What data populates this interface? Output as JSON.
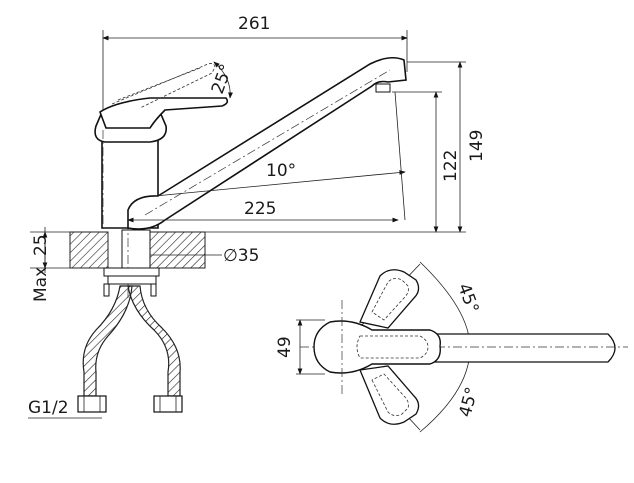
{
  "dimensions": {
    "overall_width": "261",
    "lever_angle": "25°",
    "spout_angle": "10°",
    "spout_reach": "225",
    "height_to_outlet": "122",
    "overall_height": "149",
    "counter_thickness": "Max. 25",
    "mount_diameter": "∅35",
    "inlet_thread": "G1/2",
    "handle_width": "49",
    "rotation_upper": "45°",
    "rotation_lower": "45°"
  }
}
